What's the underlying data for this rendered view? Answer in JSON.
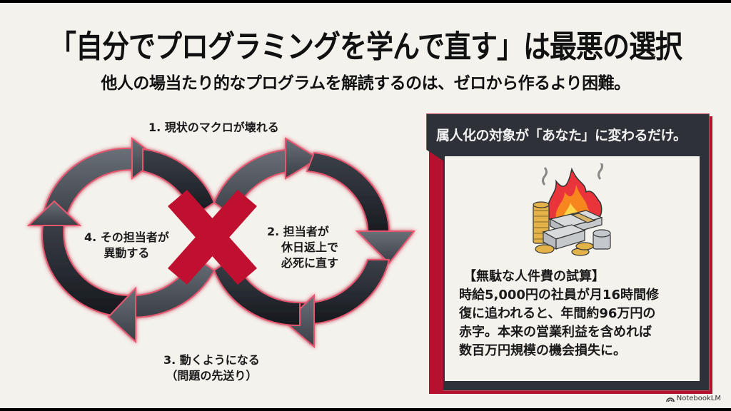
{
  "slide": {
    "title": "「自分でプログラミングを学んで直す」は最悪の選択",
    "subtitle": "他人の場当たり的なプログラムを解読するのは、ゼロから作るより困難。"
  },
  "diagram": {
    "type": "infinity-cycle",
    "center_mark": "x-mark",
    "steps": [
      {
        "label": "1. 現状のマクロが壊れる"
      },
      {
        "lines": [
          "2. 担当者が",
          "休日返上で",
          "必死に直す"
        ]
      },
      {
        "lines": [
          "3. 動くようになる",
          "（問題の先送り）"
        ]
      },
      {
        "lines": [
          "4. その担当者が",
          "異動する"
        ]
      }
    ],
    "colors": {
      "arrow_light": "#5f656d",
      "arrow_dark": "#1f232a",
      "glow": "#e0425d",
      "x_mark": "#c0102f"
    }
  },
  "panel": {
    "header": "属人化の対象が「あなた」に変わるだけ。",
    "illustration": "burning-money-icon",
    "calc_title": "【無駄な人件費の試算】",
    "calc_lines": [
      "時給5,000円の社員が月16時間修",
      "復に追われると、年間約96万円の",
      "赤字。本来の営業利益を含めれば",
      "数百万円規模の機会損失に。"
    ],
    "colors": {
      "frame": "#2e3238",
      "accent": "#b4122e",
      "inner": "#f4f2ec"
    }
  },
  "footer": {
    "logo_text": "NotebookLM"
  }
}
